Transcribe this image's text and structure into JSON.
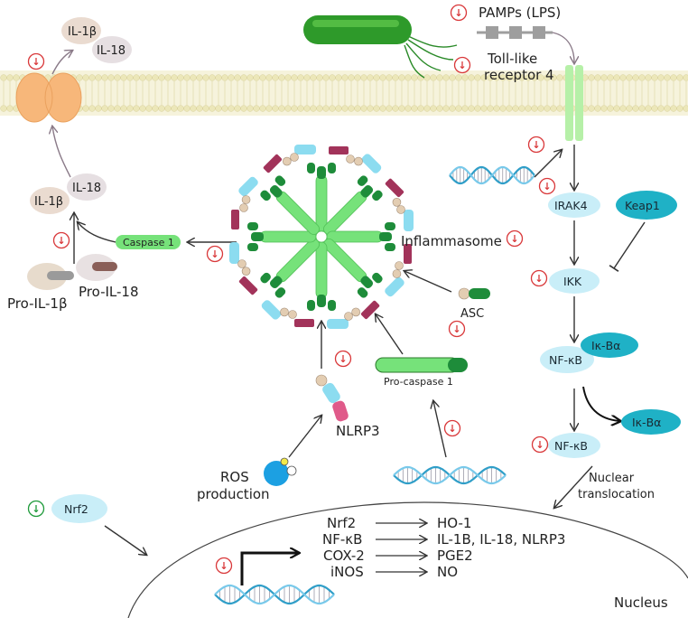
{
  "colors": {
    "membrane_head": "#ece7b9",
    "membrane_tail": "#f3efd0",
    "light_cyan": "#c9eef8",
    "teal": "#1fb1c6",
    "green_bright": "#76e27a",
    "green_dark": "#1e8c3a",
    "maroon": "#a2335a",
    "peach": "#f7b77a",
    "down_red": "#d9383a",
    "down_green": "#1e9a3a",
    "arrow": "#333333"
  },
  "labels": {
    "il1b_top": "IL-1β",
    "il18_top": "IL-18",
    "pamps": "PAMPs (LPS)",
    "tlr4_line1": "Toll-like",
    "tlr4_line2": "receptor 4",
    "il1b_left": "IL-1β",
    "il18_left": "IL-18",
    "caspase1": "Caspase 1",
    "pro_il1b": "Pro-IL-1β",
    "pro_il18": "Pro-IL-18",
    "inflammasome": "Inflammasome",
    "asc": "ASC",
    "pro_caspase1": "Pro-caspase 1",
    "nlrp3": "NLRP3",
    "ros_line1": "ROS",
    "ros_line2": "production",
    "irak4": "IRAK4",
    "keap1": "Keap1",
    "ikk": "IKK",
    "ikba_bound": "Iκ-Bα",
    "nfkb_bound": "NF-κB",
    "ikba_free": "Iκ-Bα",
    "nfkb_free": "NF-κB",
    "nuclear_line1": "Nuclear",
    "nuclear_line2": "translocation",
    "nrf2": "Nrf2",
    "nucleus": "Nucleus",
    "down_symbol": "↓"
  },
  "nucleus_map": [
    {
      "gene": "Nrf2",
      "product": "HO-1"
    },
    {
      "gene": "NF-κB",
      "product": "IL-1B, IL-18, NLRP3"
    },
    {
      "gene": "COX-2",
      "product": "PGE2"
    },
    {
      "gene": "iNOS",
      "product": "NO"
    }
  ]
}
